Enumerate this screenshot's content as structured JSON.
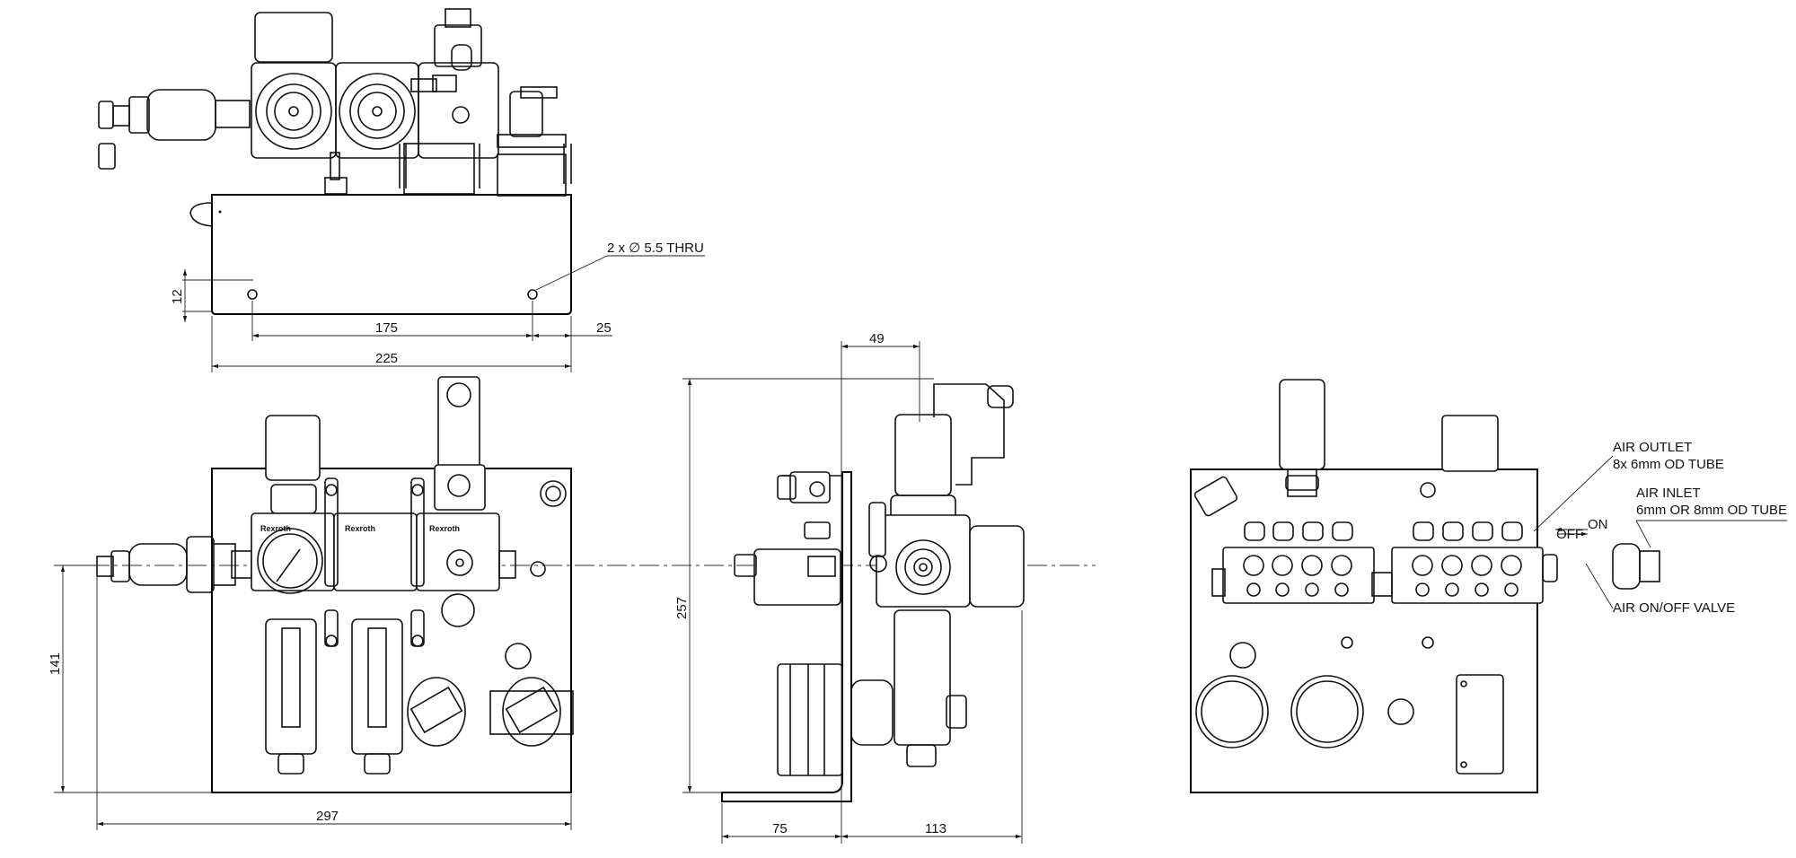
{
  "dimensions": {
    "top_12": "12",
    "top_175": "175",
    "top_25": "25",
    "top_225": "225",
    "front_141": "141",
    "front_297": "297",
    "side_49": "49",
    "side_257": "257",
    "side_75": "75",
    "side_113": "113"
  },
  "notes": {
    "holes": "2 x ∅ 5.5 THRU",
    "air_outlet_1": "AIR OUTLET",
    "air_outlet_2": "8x 6mm OD TUBE",
    "air_inlet_1": "AIR INLET",
    "air_inlet_2": "6mm OR 8mm OD TUBE",
    "on": "ON",
    "off": "OFF",
    "valve": "AIR ON/OFF VALVE"
  },
  "brand_labels": [
    "Rexroth",
    "Rexroth",
    "Rexroth"
  ]
}
